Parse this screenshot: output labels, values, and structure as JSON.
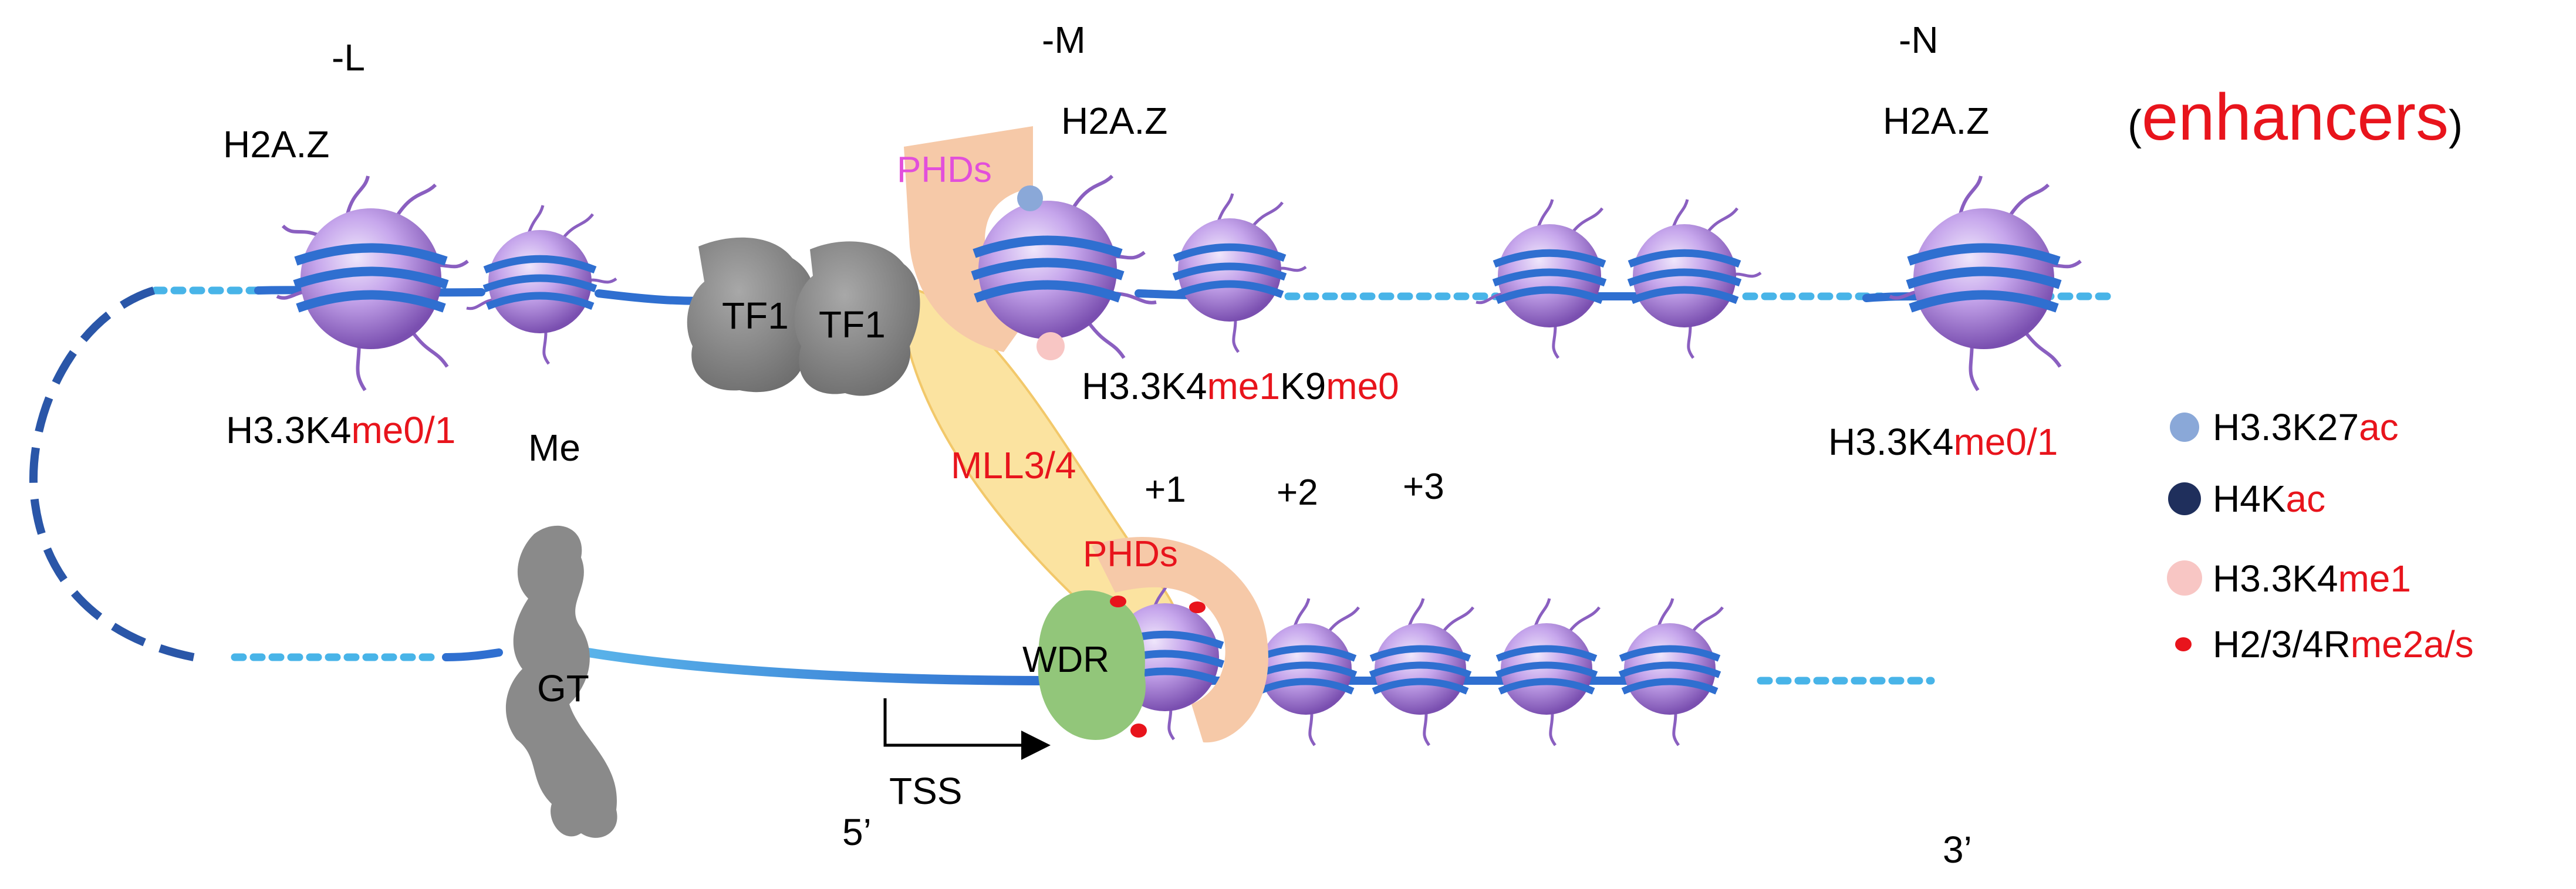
{
  "colors": {
    "dna_blue": "#2f6fd0",
    "dna_light": "#48b4e8",
    "dna_dark": "#2a56a8",
    "nucleosome": "#b89ae0",
    "nucleosome_dark": "#7a4fb0",
    "tf_gray": "#8a8a8a",
    "mll_yellow": "#fbe3a0",
    "phd_peach": "#f6c9a8",
    "wdr_green": "#92c67a",
    "red": "#e8141c",
    "magenta": "#e24fdb",
    "k27ac": "#8aa8d8",
    "h4kac": "#1f2f5c",
    "k4me1": "#f8c6c4",
    "rme": "#e8141c"
  },
  "labels": {
    "site_L": "-L",
    "site_M": "-M",
    "site_N": "-N",
    "h2az_L": "H2A.Z",
    "h2az_M": "H2A.Z",
    "h2az_N": "H2A.Z",
    "enh_open": "(",
    "enh_word": "enhancers",
    "enh_close": ")",
    "tf1_a": "TF1",
    "tf1_b": "TF1",
    "phds_top": "PHDs",
    "phds_bottom": "PHDs",
    "mll": "MLL3/4",
    "wdr": "WDR",
    "gt": "GT",
    "tss": "TSS",
    "five_prime": "5’",
    "three_prime": "3’",
    "me": "Me",
    "pos1": "+1",
    "pos2": "+2",
    "pos3": "+3",
    "markL_black": "H3.3K4",
    "markL_red": "me0/1",
    "markM_a": "H3.3K4",
    "markM_b": "me1",
    "markM_c": "K9",
    "markM_d": "me0",
    "markN_black": "H3.3K4",
    "markN_red": "me0/1"
  },
  "legend": [
    {
      "black": "H3.3K27",
      "red": "ac",
      "color_key": "k27ac"
    },
    {
      "black": "H4K",
      "red": "ac",
      "color_key": "h4kac"
    },
    {
      "black": "H3.3K4",
      "red": "me1",
      "color_key": "k4me1"
    },
    {
      "black": "H2/3/4R",
      "red": "me2a/s",
      "color_key": "rme"
    }
  ]
}
